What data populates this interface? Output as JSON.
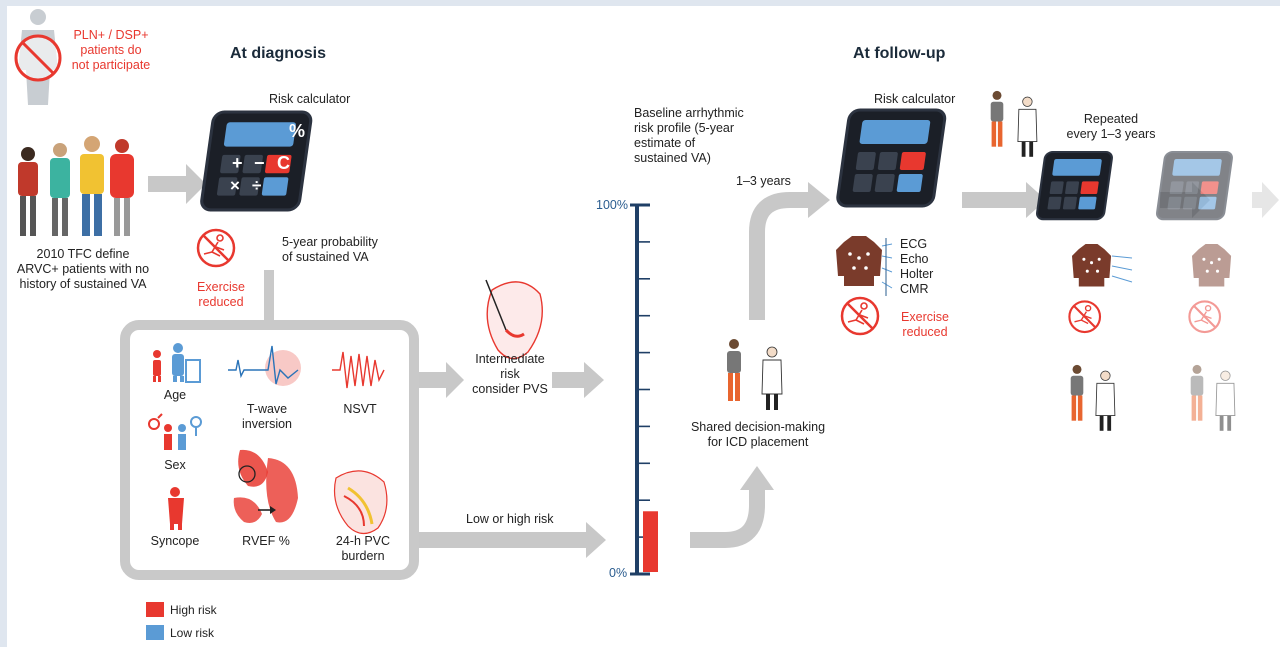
{
  "headings": {
    "diagnosis": "At diagnosis",
    "followup": "At follow-up"
  },
  "notice": [
    "PLN+ / DSP+",
    "patients do",
    "not participate"
  ],
  "tfc": [
    "2010 TFC define",
    "ARVC+ patients with no",
    "history of sustained VA"
  ],
  "calculator": {
    "label_diag": "Risk calculator",
    "label_follow": "Risk calculator",
    "keys": {
      "percent": "%",
      "plus": "+",
      "minus": "−",
      "c": "C",
      "times": "×",
      "divide": "÷"
    }
  },
  "exercise_diag": [
    "Exercise",
    "reduced"
  ],
  "exercise_follow": [
    "Exercise",
    "reduced"
  ],
  "probability": [
    "5-year probability",
    "of sustained VA"
  ],
  "predictors": {
    "age": "Age",
    "twave": [
      "T-wave",
      "inversion"
    ],
    "nsvt": "NSVT",
    "sex": "Sex",
    "syncope": "Syncope",
    "rvef": "RVEF %",
    "pvc": [
      "24-h PVC",
      "burdern"
    ]
  },
  "intermediate": [
    "Intermediate",
    "risk",
    "consider PVS"
  ],
  "lowhigh": "Low or high risk",
  "baseline": [
    "Baseline arrhythmic",
    "risk profile (5-year",
    "estimate of",
    "sustained VA)"
  ],
  "scale": {
    "top": "100%",
    "bottom": "0%",
    "risk_fraction": 0.17
  },
  "interval": "1–3 years",
  "shared": [
    "Shared decision-making",
    "for ICD placement"
  ],
  "tests": [
    "ECG",
    "Echo",
    "Holter",
    "CMR"
  ],
  "repeated": [
    "Repeated",
    "every 1–3 years"
  ],
  "legend": {
    "high": "High risk",
    "low": "Low risk"
  },
  "colors": {
    "red": "#e8382f",
    "blue": "#5b9bd5",
    "navy": "#2a5c8f",
    "arrow": "#c8c8c8",
    "box": "#c9c9c9"
  }
}
